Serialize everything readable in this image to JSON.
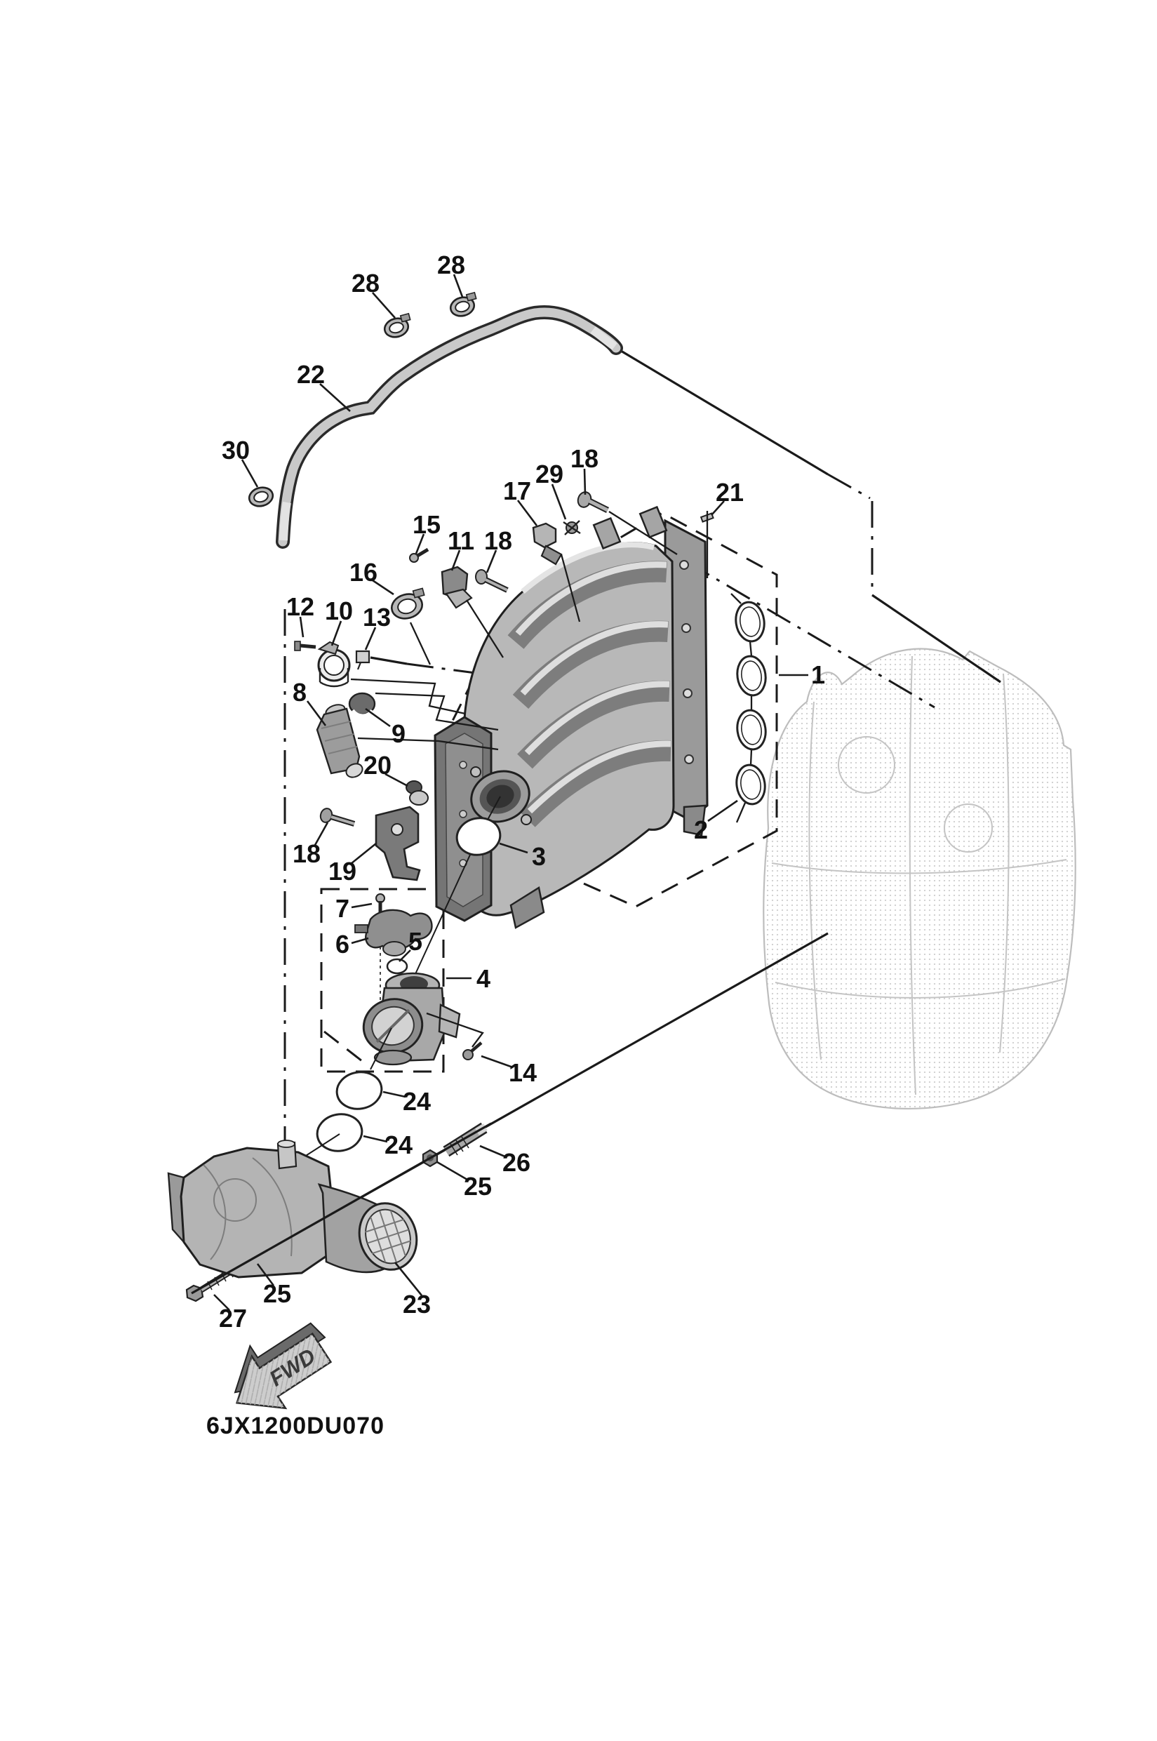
{
  "diagram": {
    "code": "6JX1200DU070",
    "kind": "exploded-parts-diagram"
  },
  "fwd_arrow": {
    "label": "FWD"
  },
  "colors": {
    "background": "#ffffff",
    "line": "#1a1a1a",
    "part_gray": "#b5b5b5",
    "dark_gray": "#757575",
    "ghost_gray": "#cccccc"
  },
  "callouts": [
    {
      "id": "28a",
      "label": "28"
    },
    {
      "id": "28b",
      "label": "28"
    },
    {
      "id": "22",
      "label": "22"
    },
    {
      "id": "30",
      "label": "30"
    },
    {
      "id": "15",
      "label": "15"
    },
    {
      "id": "11",
      "label": "11"
    },
    {
      "id": "18a",
      "label": "18"
    },
    {
      "id": "16",
      "label": "16"
    },
    {
      "id": "17",
      "label": "17"
    },
    {
      "id": "29",
      "label": "29"
    },
    {
      "id": "18b",
      "label": "18"
    },
    {
      "id": "21",
      "label": "21"
    },
    {
      "id": "12",
      "label": "12"
    },
    {
      "id": "10",
      "label": "10"
    },
    {
      "id": "13",
      "label": "13"
    },
    {
      "id": "8",
      "label": "8"
    },
    {
      "id": "9",
      "label": "9"
    },
    {
      "id": "20",
      "label": "20"
    },
    {
      "id": "18c",
      "label": "18"
    },
    {
      "id": "19",
      "label": "19"
    },
    {
      "id": "1",
      "label": "1"
    },
    {
      "id": "2",
      "label": "2"
    },
    {
      "id": "3",
      "label": "3"
    },
    {
      "id": "7",
      "label": "7"
    },
    {
      "id": "6",
      "label": "6"
    },
    {
      "id": "5",
      "label": "5"
    },
    {
      "id": "4",
      "label": "4"
    },
    {
      "id": "14",
      "label": "14"
    },
    {
      "id": "24a",
      "label": "24"
    },
    {
      "id": "24b",
      "label": "24"
    },
    {
      "id": "26",
      "label": "26"
    },
    {
      "id": "25a",
      "label": "25"
    },
    {
      "id": "25b",
      "label": "25"
    },
    {
      "id": "27",
      "label": "27"
    },
    {
      "id": "23",
      "label": "23"
    }
  ]
}
